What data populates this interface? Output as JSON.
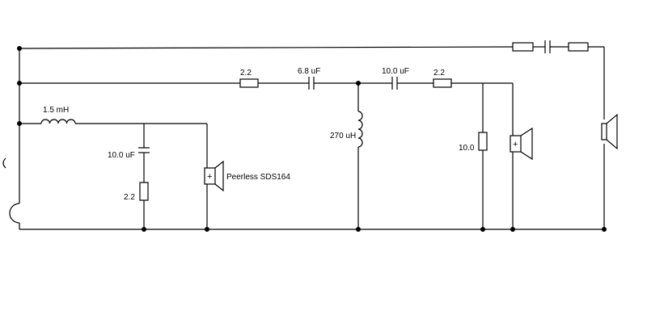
{
  "labels": {
    "r1": "2.2",
    "c1": "6.8 uF",
    "c2": "10.0 uF",
    "r2": "2.2",
    "l1": "1.5 mH",
    "c3": "10.0 uF",
    "r3": "2.2",
    "l2": "270 uH",
    "r4": "10.0",
    "woofer": "Peerless SDS164",
    "plus1": "+",
    "plus2": "+"
  }
}
